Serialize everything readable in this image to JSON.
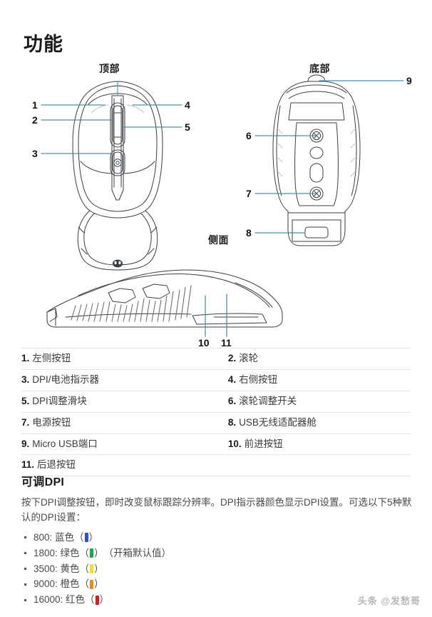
{
  "page": {
    "title": "功能"
  },
  "diagrams": {
    "captions": {
      "top": "顶部",
      "bottom": "底部",
      "side": "侧面"
    },
    "callouts": [
      {
        "num": "1",
        "view": "top"
      },
      {
        "num": "2",
        "view": "top"
      },
      {
        "num": "3",
        "view": "top"
      },
      {
        "num": "4",
        "view": "top"
      },
      {
        "num": "5",
        "view": "top"
      },
      {
        "num": "6",
        "view": "bottom"
      },
      {
        "num": "7",
        "view": "bottom"
      },
      {
        "num": "8",
        "view": "bottom"
      },
      {
        "num": "9",
        "view": "bottom"
      },
      {
        "num": "10",
        "view": "side"
      },
      {
        "num": "11",
        "view": "side"
      }
    ],
    "leader_line_color": "#4d8fa3",
    "outline_color": "#3a3f45"
  },
  "features": {
    "rows": [
      {
        "left_index": "1.",
        "left_label": "左侧按钮",
        "right_index": "2.",
        "right_label": "滚轮"
      },
      {
        "left_index": "3.",
        "left_label": "DPI/电池指示器",
        "right_index": "4.",
        "right_label": "右侧按钮"
      },
      {
        "left_index": "5.",
        "left_label": "DPI调整滑块",
        "right_index": "6.",
        "right_label": "滚轮调整开关"
      },
      {
        "left_index": "7.",
        "left_label": "电源按钮",
        "right_index": "8.",
        "right_label": "USB无线适配器舱"
      },
      {
        "left_index": "9.",
        "left_label": "Micro USB端口",
        "right_index": "10.",
        "right_label": "前进按钮"
      },
      {
        "left_index": "11.",
        "left_label": "后退按钮",
        "right_index": "",
        "right_label": ""
      }
    ]
  },
  "dpi": {
    "title": "可调DPI",
    "paragraph": "按下DPI调整按钮，即时改变鼠标跟踪分辨率。DPI指示器颜色显示DPI设置。可选以下5种默认的DPI设置：",
    "items": [
      {
        "text_before": "800: 蓝色（",
        "color": "#2d52c8",
        "text_after": "）",
        "note": ""
      },
      {
        "text_before": "1800: 绿色（",
        "color": "#1ea84c",
        "text_after": "）",
        "note": "（开箱默认值）"
      },
      {
        "text_before": "3500: 黄色（",
        "color": "#f2e021",
        "text_after": "）",
        "note": ""
      },
      {
        "text_before": "9000: 橙色（",
        "color": "#f08a1e",
        "text_after": "）",
        "note": ""
      },
      {
        "text_before": "16000: 红色（",
        "color": "#e0191e",
        "text_after": "）",
        "note": ""
      }
    ]
  },
  "watermark": {
    "text": "头条 @发愁哥"
  }
}
